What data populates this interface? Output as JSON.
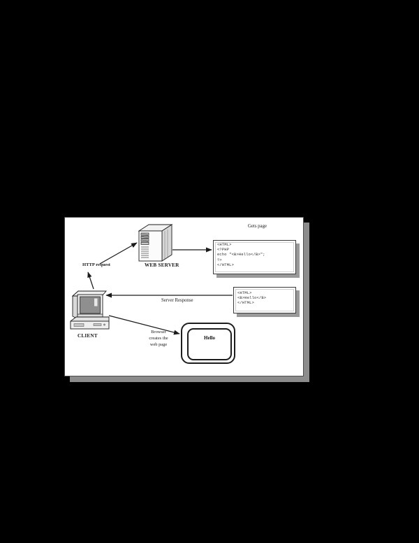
{
  "figure": {
    "title": "PHP request-response flow diagram",
    "background_color": "#000000",
    "canvas_color": "#ffffff",
    "shadow_color": "#8c8c8c"
  },
  "nodes": {
    "web_server": {
      "label": "WEB SERVER",
      "icon": "server-tower-icon"
    },
    "client": {
      "label": "CLIENT",
      "icon": "desktop-computer-icon"
    },
    "browser_window": {
      "icon": "browser-window-icon",
      "page_text": "Hello"
    }
  },
  "edges": {
    "http_request": {
      "label": "HTTP request"
    },
    "gets_page": {
      "label": "Gets page"
    },
    "server_response": {
      "label": "Server Response"
    },
    "browser_creates": {
      "label_line1": "Browser",
      "label_line2": "creates the",
      "label_line3": "web page"
    }
  },
  "code_boxes": {
    "php_source": {
      "name": "php-source-code-box",
      "lines": [
        "<HTML>",
        "<?PHP",
        "echo \"<B>Hello</B>\";",
        "?>",
        "</HTML>"
      ]
    },
    "html_output": {
      "name": "html-output-code-box",
      "lines": [
        "<HTML>",
        "<B>Hello</B>",
        "</HTML>"
      ]
    }
  }
}
